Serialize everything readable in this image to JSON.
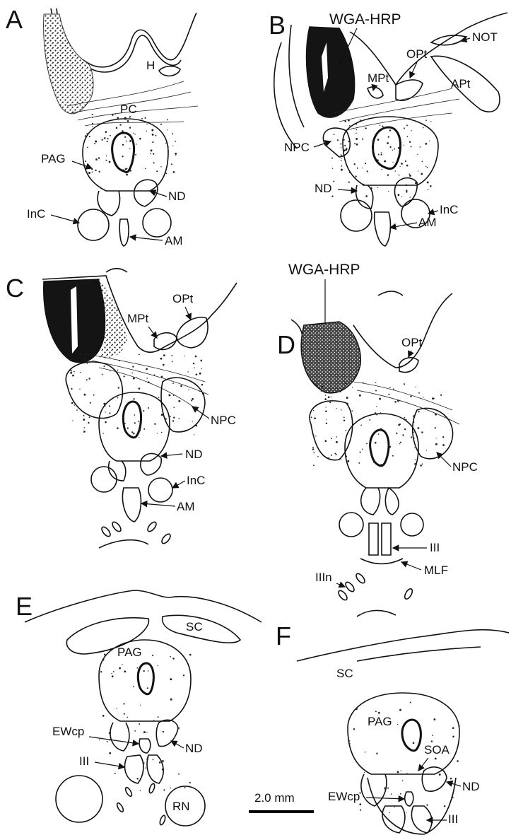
{
  "panels": {
    "A": {
      "letter": "A",
      "labels": {
        "H": "H",
        "PC": "PC",
        "PAG": "PAG",
        "ND": "ND",
        "InC": "InC",
        "AM": "AM"
      }
    },
    "B": {
      "letter": "B",
      "labels": {
        "WGA": "WGA-HRP",
        "OPt": "OPt",
        "NOT": "NOT",
        "MPt": "MPt",
        "APt": "APt",
        "NPC": "NPC",
        "ND": "ND",
        "InC": "InC",
        "AM": "AM"
      }
    },
    "C": {
      "letter": "C",
      "labels": {
        "OPt": "OPt",
        "MPt": "MPt",
        "NPC": "NPC",
        "ND": "ND",
        "InC": "InC",
        "AM": "AM"
      }
    },
    "D": {
      "letter": "D",
      "labels": {
        "WGA": "WGA-HRP",
        "OPt": "OPt",
        "NPC": "NPC",
        "III": "III",
        "MLF": "MLF",
        "IIIn": "IIIn"
      }
    },
    "E": {
      "letter": "E",
      "labels": {
        "SC": "SC",
        "PAG": "PAG",
        "EWcp": "EWcp",
        "ND": "ND",
        "III": "III",
        "RN": "RN"
      }
    },
    "F": {
      "letter": "F",
      "labels": {
        "SC": "SC",
        "PAG": "PAG",
        "SOA": "SOA",
        "ND": "ND",
        "EWcp": "EWcp",
        "III": "III"
      }
    }
  },
  "scale_bar": {
    "label": "2.0 mm"
  }
}
